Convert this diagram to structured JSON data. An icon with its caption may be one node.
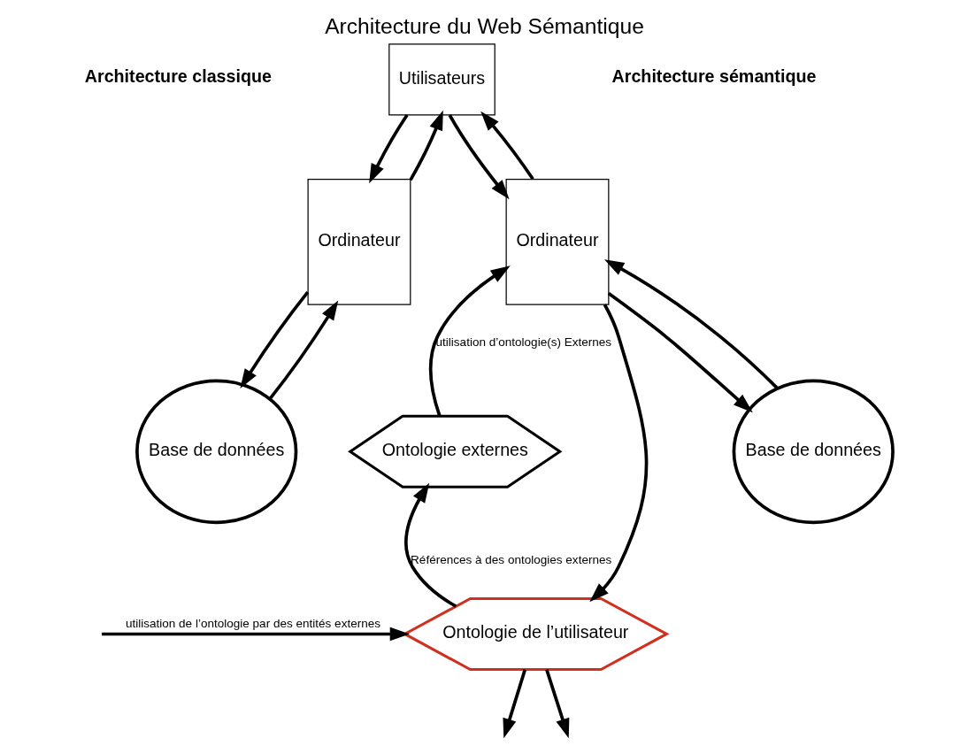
{
  "diagram": {
    "title": "Architecture du Web Sémantique",
    "nodes": [
      {
        "text": [
          "Utilisateurs"
        ]
      },
      {
        "text": [
          "Ordinateur"
        ]
      },
      {
        "text": [
          "Base de données"
        ]
      },
      {
        "text": [
          "Ordinateur"
        ]
      },
      {
        "text": [
          "Ontologie externes"
        ]
      },
      {
        "text": [
          "Ontologie de l’utilisateur"
        ]
      },
      {
        "text": [
          "Base de données"
        ]
      }
    ],
    "edges": [
      {
        "from": 1,
        "to": 0,
        "arrow": "to"
      },
      {
        "from": 0,
        "to": 1,
        "arrow": "to"
      },
      {
        "from": 0,
        "to": 3,
        "arrow": "to"
      },
      {
        "from": 3,
        "to": 0,
        "arrow": "to"
      },
      {
        "from": 2,
        "to": 1,
        "arrow": "to"
      },
      {
        "from": 1,
        "to": 2,
        "arrow": "to"
      },
      {
        "from": 4,
        "to": 3,
        "arrow": "to",
        "label": "utilisation d’ontologie(s) Externes"
      },
      {
        "from": 5,
        "to": 4,
        "arrow": "to",
        "label": "Références à des ontologies externes"
      },
      {
        "from": 3,
        "to": 5,
        "arrow": "to"
      },
      {
        "from": null,
        "to": 5,
        "arrow": "to",
        "label": "utilisation de l’ontologie par des entités externes"
      },
      {
        "from": 5,
        "to": null,
        "arrow": "to"
      },
      {
        "from": 5,
        "to": null,
        "arrow": "to"
      },
      {
        "from": 6,
        "to": 3,
        "arrow": "to"
      },
      {
        "from": 3,
        "to": 6,
        "arrow": "to"
      }
    ],
    "labels": [
      "Architecture classique",
      "Architecture sémantique"
    ]
  }
}
